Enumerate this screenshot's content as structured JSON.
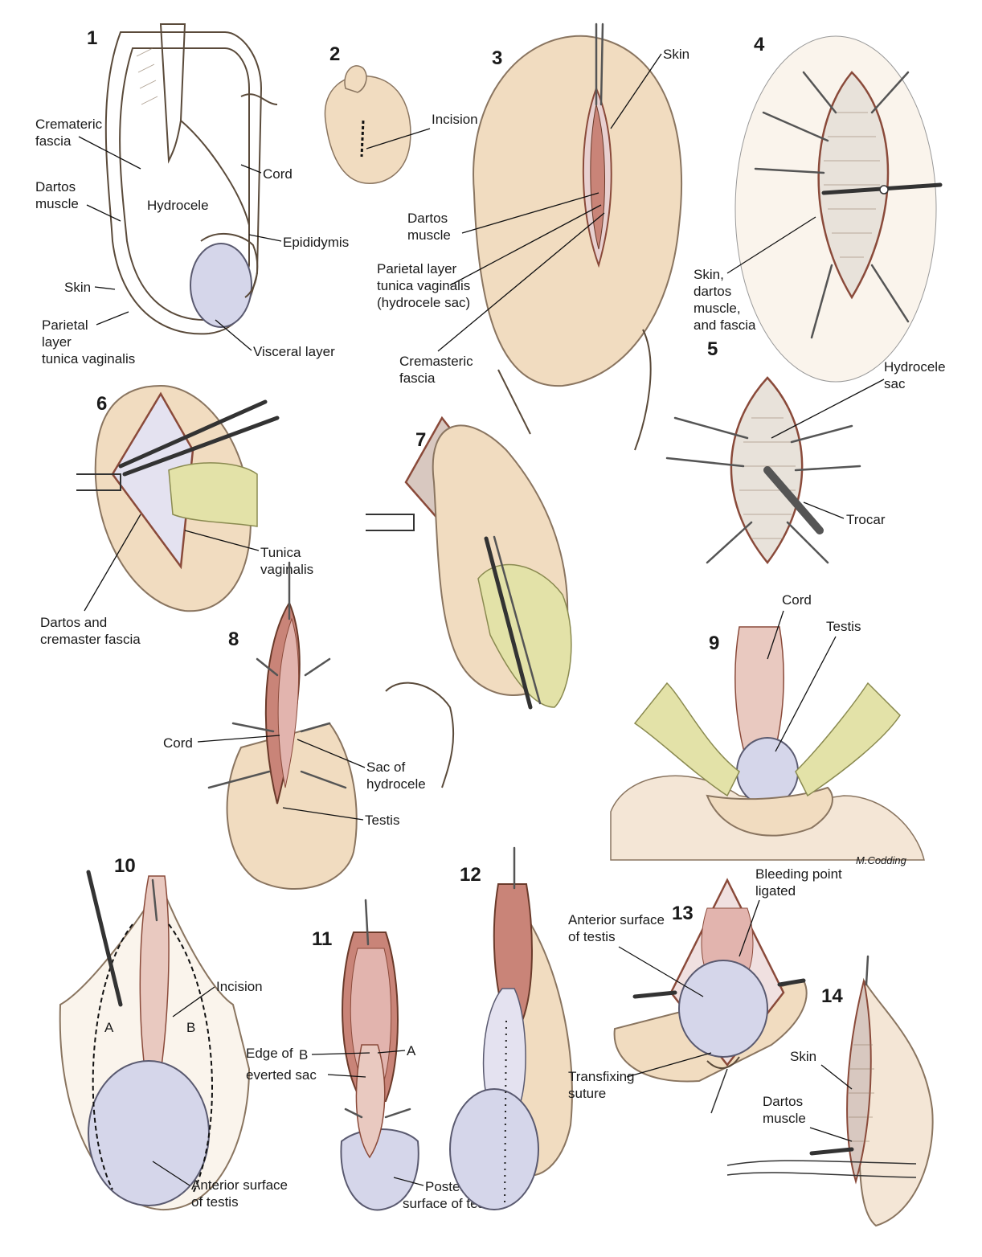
{
  "figure": {
    "colors": {
      "skin": "#f1dcc0",
      "skin_dark": "#e3c39e",
      "testis": "#d5d6ea",
      "muscle": "#c98478",
      "sac": "#e2b4ae",
      "glove": "#e3e2a8",
      "ink": "#1a1a1a"
    },
    "panels": [
      {
        "number": "1",
        "labels": [
          "Crematericfascia",
          "Cord",
          "Dartosmuscle",
          "Hydrocele",
          "Epididymis",
          "Skin",
          "Parietallayertunica vaginalis",
          "Visceral layer"
        ]
      },
      {
        "number": "2",
        "labels": [
          "Incision"
        ]
      },
      {
        "number": "3",
        "labels": [
          "Skin",
          "Dartosmuscle",
          "Parietal layertunica vaginalis(hydrocele sac)",
          "Cremastericfascia"
        ]
      },
      {
        "number": "4",
        "labels": [
          "Skin,dartosmuscle,and fascia"
        ]
      },
      {
        "number": "5",
        "labels": [
          "Hydrocelesac",
          "Trocar"
        ]
      },
      {
        "number": "6",
        "labels": [
          "Tunicavaginalis",
          "Dartos andcremaster fascia"
        ]
      },
      {
        "number": "7",
        "labels": []
      },
      {
        "number": "8",
        "labels": [
          "Cord",
          "Sac ofhydrocele",
          "Testis"
        ]
      },
      {
        "number": "9",
        "labels": [
          "Cord",
          "Testis"
        ]
      },
      {
        "number": "10",
        "labels": [
          "Incision",
          "A",
          "B",
          "Anterior surfaceof testis"
        ]
      },
      {
        "number": "11",
        "labels": [
          "B",
          "A",
          "Edge ofeverted sac",
          "Posteriorsurface of testis"
        ]
      },
      {
        "number": "12",
        "labels": []
      },
      {
        "number": "13",
        "labels": [
          "Bleeding pointligated",
          "Anterior surfaceof testis",
          "Transfixingsuture"
        ]
      },
      {
        "number": "14",
        "labels": [
          "Skin",
          "Dartosmuscle"
        ]
      }
    ],
    "text": {
      "p1": {
        "n": "1",
        "cremateric": "Cremateric",
        "fascia": "fascia",
        "cord": "Cord",
        "dartos": "Dartos",
        "muscle": "muscle",
        "hydrocele": "Hydrocele",
        "epididymis": "Epididymis",
        "skin": "Skin",
        "parietal": "Parietal",
        "layer": "layer",
        "tunica": "tunica vaginalis",
        "visceral": "Visceral layer"
      },
      "p2": {
        "n": "2",
        "incision": "Incision"
      },
      "p3": {
        "n": "3",
        "skin": "Skin",
        "dartos": "Dartos",
        "muscle": "muscle",
        "parietal": "Parietal layer",
        "tunica": "tunica vaginalis",
        "sac": "(hydrocele sac)",
        "cremasteric": "Cremasteric",
        "fascia": "fascia"
      },
      "p4": {
        "n": "4",
        "skin": "Skin,",
        "dartos": "dartos",
        "muscle": "muscle,",
        "fascia": "and fascia"
      },
      "p5": {
        "n": "5",
        "hydrocele": "Hydrocele",
        "sac": "sac",
        "trocar": "Trocar"
      },
      "p6": {
        "n": "6",
        "tunica": "Tunica",
        "vaginalis": "vaginalis",
        "dartos": "Dartos and",
        "cremaster": "cremaster fascia"
      },
      "p7": {
        "n": "7"
      },
      "p8": {
        "n": "8",
        "cord": "Cord",
        "sacof": "Sac of",
        "hydrocele": "hydrocele",
        "testis": "Testis"
      },
      "p9": {
        "n": "9",
        "cord": "Cord",
        "testis": "Testis",
        "signature": "M.Codding"
      },
      "p10": {
        "n": "10",
        "incision": "Incision",
        "a": "A",
        "b": "B",
        "anterior": "Anterior surface",
        "oftestis": "of testis"
      },
      "p11": {
        "n": "11",
        "b": "B",
        "a": "A",
        "edge": "Edge of",
        "everted": "everted sac",
        "posterior": "Posterior",
        "surface": "surface of testis"
      },
      "p12": {
        "n": "12"
      },
      "p13": {
        "n": "13",
        "bleeding": "Bleeding point",
        "ligated": "ligated",
        "anterior": "Anterior surface",
        "oftestis": "of testis",
        "transfixing": "Transfixing",
        "suture": "suture"
      },
      "p14": {
        "n": "14",
        "skin": "Skin",
        "dartos": "Dartos",
        "muscle": "muscle"
      }
    }
  }
}
